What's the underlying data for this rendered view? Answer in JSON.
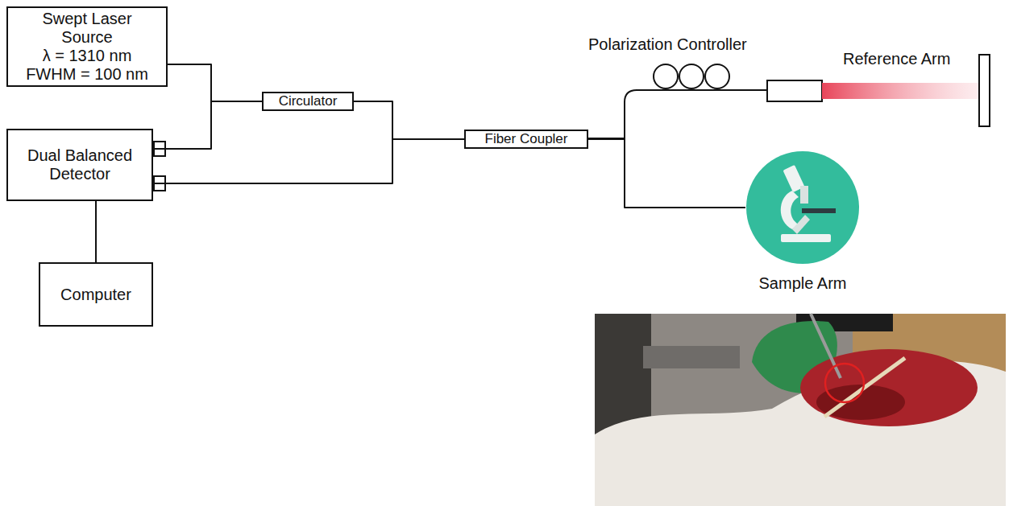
{
  "diagram": {
    "nodes": [
      {
        "text": [
          "Swept Laser Source",
          "λ = 1310 nm",
          "FWHM = 100 nm"
        ]
      },
      {
        "text": [
          "Dual Balanced Detector"
        ]
      },
      {
        "text": [
          "Computer"
        ]
      },
      {
        "text": [
          "Circulator"
        ]
      },
      {
        "text": [
          "Fiber Coupler"
        ]
      },
      {
        "text": [
          "Sample Arm"
        ]
      }
    ],
    "edges": [
      {
        "from": 0,
        "to": 3,
        "arrow": "none"
      },
      {
        "from": 1,
        "to": 3,
        "arrow": "none"
      },
      {
        "from": 3,
        "to": 4,
        "arrow": "none"
      },
      {
        "from": 1,
        "to": 4,
        "arrow": "none"
      },
      {
        "from": 4,
        "to": 5,
        "arrow": "none"
      },
      {
        "from": 1,
        "to": 2,
        "arrow": "none"
      }
    ],
    "labels": [
      "Polarization Controller",
      "Reference Arm"
    ]
  }
}
